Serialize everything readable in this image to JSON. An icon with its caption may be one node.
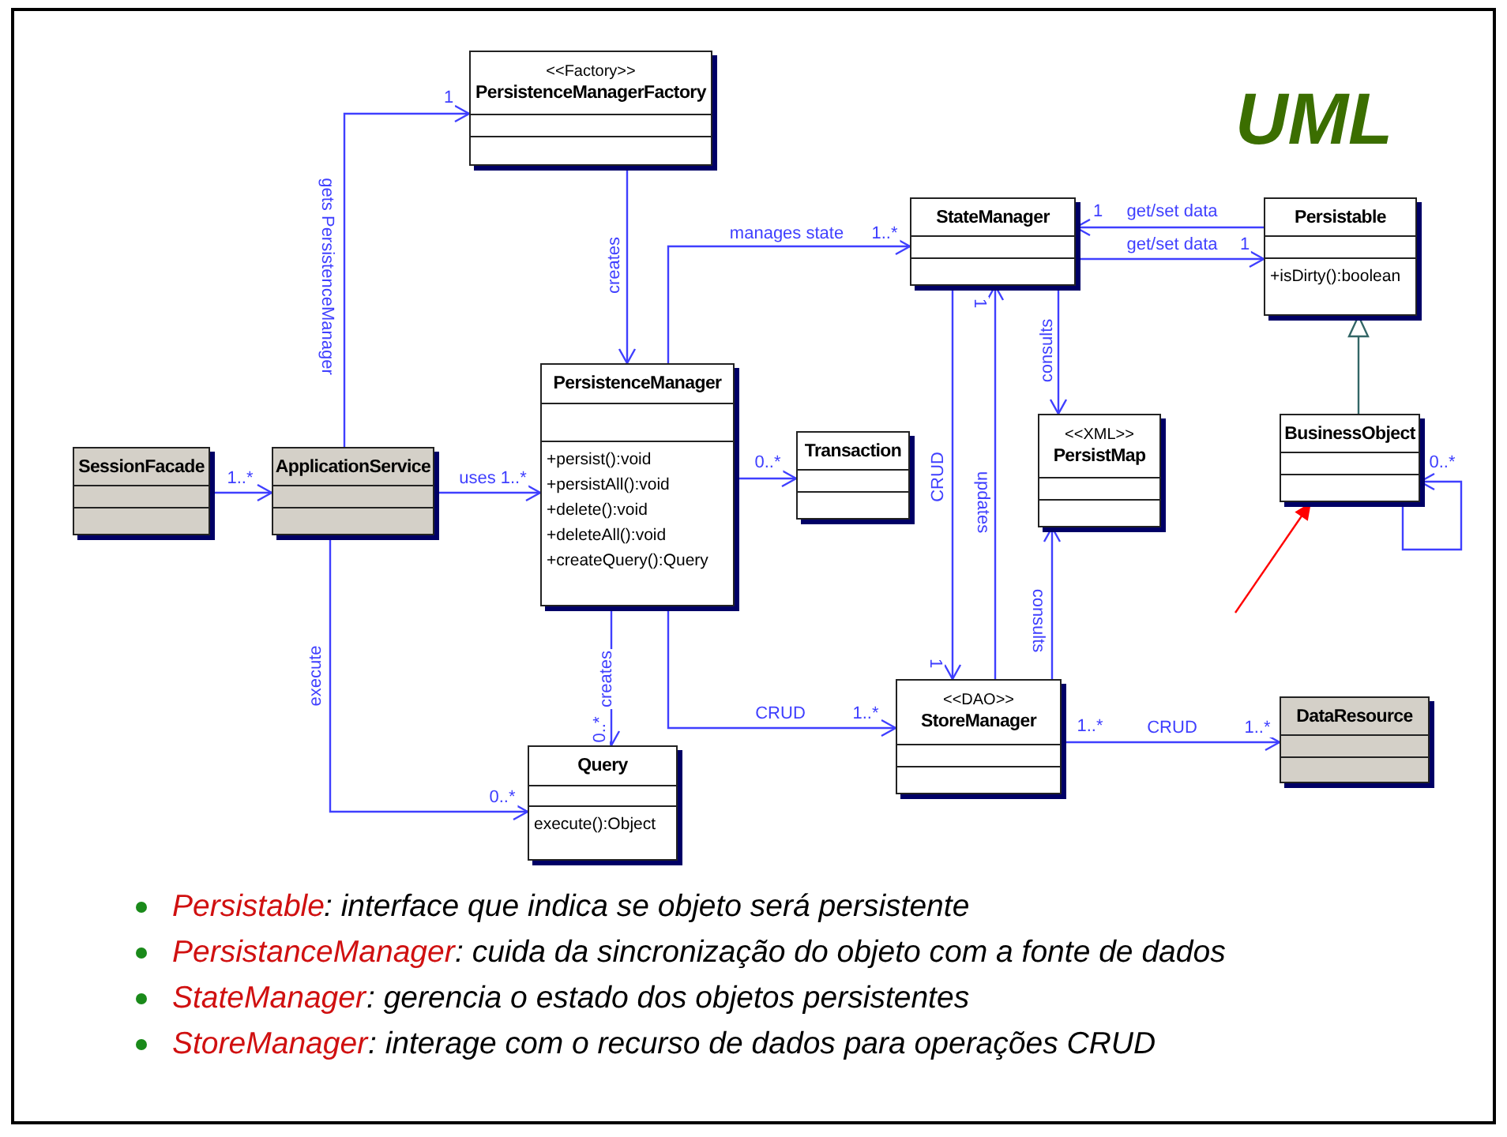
{
  "diagram": {
    "title": "UML",
    "nodes": [
      {
        "text": [
          "<<Factory>>",
          "PersistenceManagerFactory"
        ]
      },
      {
        "text": [
          "StateManager"
        ]
      },
      {
        "text": [
          "Persistable",
          "+isDirty():boolean"
        ]
      },
      {
        "text": [
          "SessionFacade"
        ]
      },
      {
        "text": [
          "ApplicationService"
        ]
      },
      {
        "text": [
          "PersistenceManager",
          "+persist():void",
          "+persistAll():void",
          "+delete():void",
          "+deleteAll():void",
          "+createQuery():Query"
        ]
      },
      {
        "text": [
          "Transaction"
        ]
      },
      {
        "text": [
          "<<XML>>",
          "PersistMap"
        ]
      },
      {
        "text": [
          "BusinessObject"
        ]
      },
      {
        "text": [
          "Query",
          "execute():Object"
        ]
      },
      {
        "text": [
          "<<DAO>>",
          "StoreManager"
        ]
      },
      {
        "text": [
          "DataResource"
        ]
      }
    ],
    "edges": [
      {
        "from": 4,
        "to": 0,
        "arrow": "to",
        "label": "gets PersistenceManager"
      },
      {
        "from": 0,
        "to": 5,
        "arrow": "to",
        "label": "creates"
      },
      {
        "from": 5,
        "to": 1,
        "arrow": "to",
        "label": "manages state"
      },
      {
        "from": 2,
        "to": 1,
        "arrow": "to",
        "label": "get/set data"
      },
      {
        "from": 1,
        "to": 2,
        "arrow": "to",
        "label": "get/set data"
      },
      {
        "from": 3,
        "to": 4,
        "arrow": "to"
      },
      {
        "from": 4,
        "to": 5,
        "arrow": "to",
        "label": "uses 1..*"
      },
      {
        "from": 5,
        "to": 6,
        "arrow": "to"
      },
      {
        "from": 1,
        "to": 7,
        "arrow": "to",
        "label": "consults"
      },
      {
        "from": 1,
        "to": 10,
        "arrow": "to",
        "label": "CRUD"
      },
      {
        "from": 10,
        "to": 1,
        "arrow": "to",
        "label": "updates"
      },
      {
        "from": 10,
        "to": 7,
        "arrow": "to",
        "label": "consults"
      },
      {
        "from": 8,
        "to": 2,
        "arrow": "to",
        "color": "#336666"
      },
      {
        "from": 8,
        "to": 8,
        "arrow": "to"
      },
      {
        "from": 4,
        "to": 9,
        "arrow": "to",
        "label": "execute"
      },
      {
        "from": 5,
        "to": 9,
        "arrow": "to",
        "label": "creates"
      },
      {
        "from": 5,
        "to": 10,
        "arrow": "to",
        "label": "CRUD"
      },
      {
        "from": 10,
        "to": 11,
        "arrow": "to",
        "label": "CRUD"
      },
      {
        "from": null,
        "to": 8,
        "arrow": "to",
        "color": "#ff0000"
      }
    ],
    "labels": [
      "1",
      "1..*",
      "1",
      "1",
      "1",
      "1..*",
      "0..*",
      "0..*",
      "0..*",
      "1",
      "1..*",
      "1..*",
      "1..*",
      "0..*",
      "Persistable",
      ": interface que indica se objeto será persistente",
      "PersistanceManager",
      ": cuida da sincronização do objeto com a fonte de dados",
      "StateManager",
      ": gerencia o estado dos objetos persistentes",
      "StoreManager",
      ": interage com o recurso de dados para operações CRUD"
    ]
  }
}
